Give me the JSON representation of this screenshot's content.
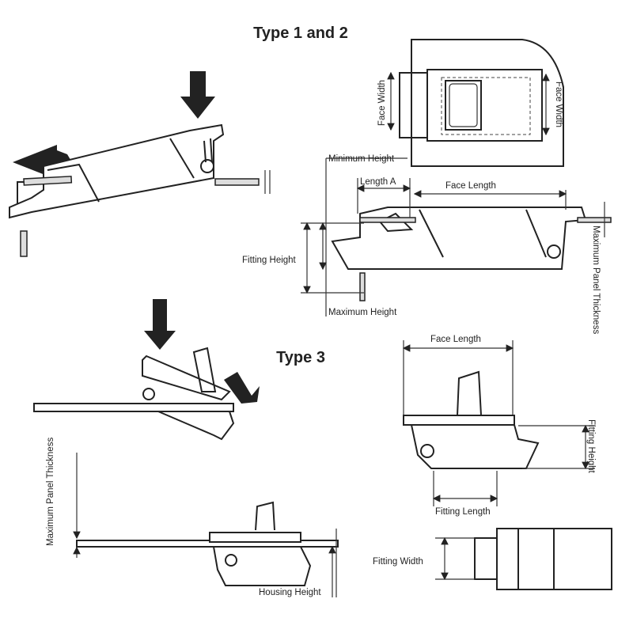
{
  "titles": {
    "type12": "Type 1 and 2",
    "type3": "Type 3"
  },
  "type12_labels": {
    "face_width_left": "Face Width",
    "face_width_right": "Face Width",
    "minimum_height": "Minimum Height",
    "length_a": "Length A",
    "face_length": "Face Length",
    "fitting_height": "Fitting Height",
    "max_panel_thickness": "Maximum Panel Thickness",
    "maximum_height": "Maximum Height"
  },
  "type3_labels": {
    "face_length": "Face Length",
    "fitting_height": "Fitting Height",
    "fitting_length": "Fitting Length",
    "max_panel_thickness": "Maximum Panel Thickness",
    "housing_height": "Housing Height",
    "fitting_width": "Fitting Width"
  }
}
